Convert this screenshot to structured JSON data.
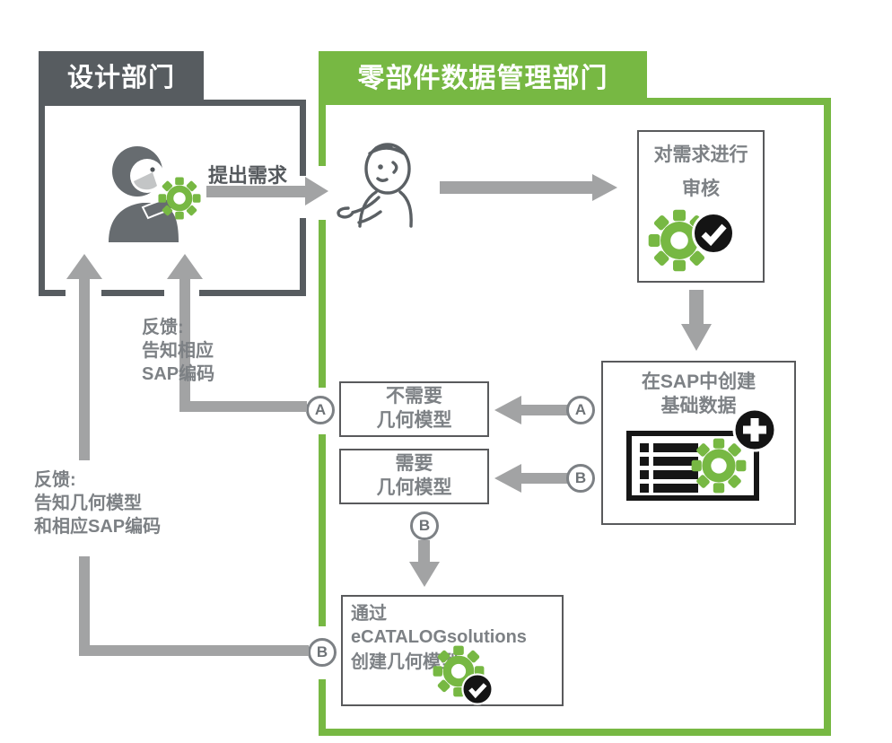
{
  "colors": {
    "accent_green": "#77b843",
    "dark_gray": "#575c60",
    "arrow_gray": "#a2a3a4",
    "text_gray": "#7d8185",
    "box_border_gray": "#595a5c",
    "badge_black": "#141414"
  },
  "headers": {
    "design_dept": "设计部门",
    "parts_dept": "零部件数据管理部门"
  },
  "labels": {
    "request": "提出需求",
    "a": "A",
    "b": "B"
  },
  "boxes": {
    "review": {
      "line1": "对需求进行",
      "line2": "审核"
    },
    "sap": {
      "line1": "在SAP中创建",
      "line2": "基础数据"
    },
    "no_model": {
      "line1": "不需要",
      "line2": "几何模型"
    },
    "need_model": {
      "line1": "需要",
      "line2": "几何模型"
    },
    "ecatalog": {
      "line1": "通过eCATALOGsolutions",
      "line2": "创建几何模型"
    }
  },
  "feedback": {
    "sap_code": {
      "line1": "反馈:",
      "line2": "告知相应",
      "line3": "SAP编码"
    },
    "model_and_code": {
      "line1": "反馈:",
      "line2": "告知几何模型",
      "line3": "和相应SAP编码"
    }
  },
  "icons": {
    "gear": "green-gear-icon",
    "check": "check-badge-icon",
    "plus": "plus-badge-icon",
    "list": "list-icon",
    "designer": "designer-person-icon",
    "clerk": "clerk-person-icon"
  }
}
